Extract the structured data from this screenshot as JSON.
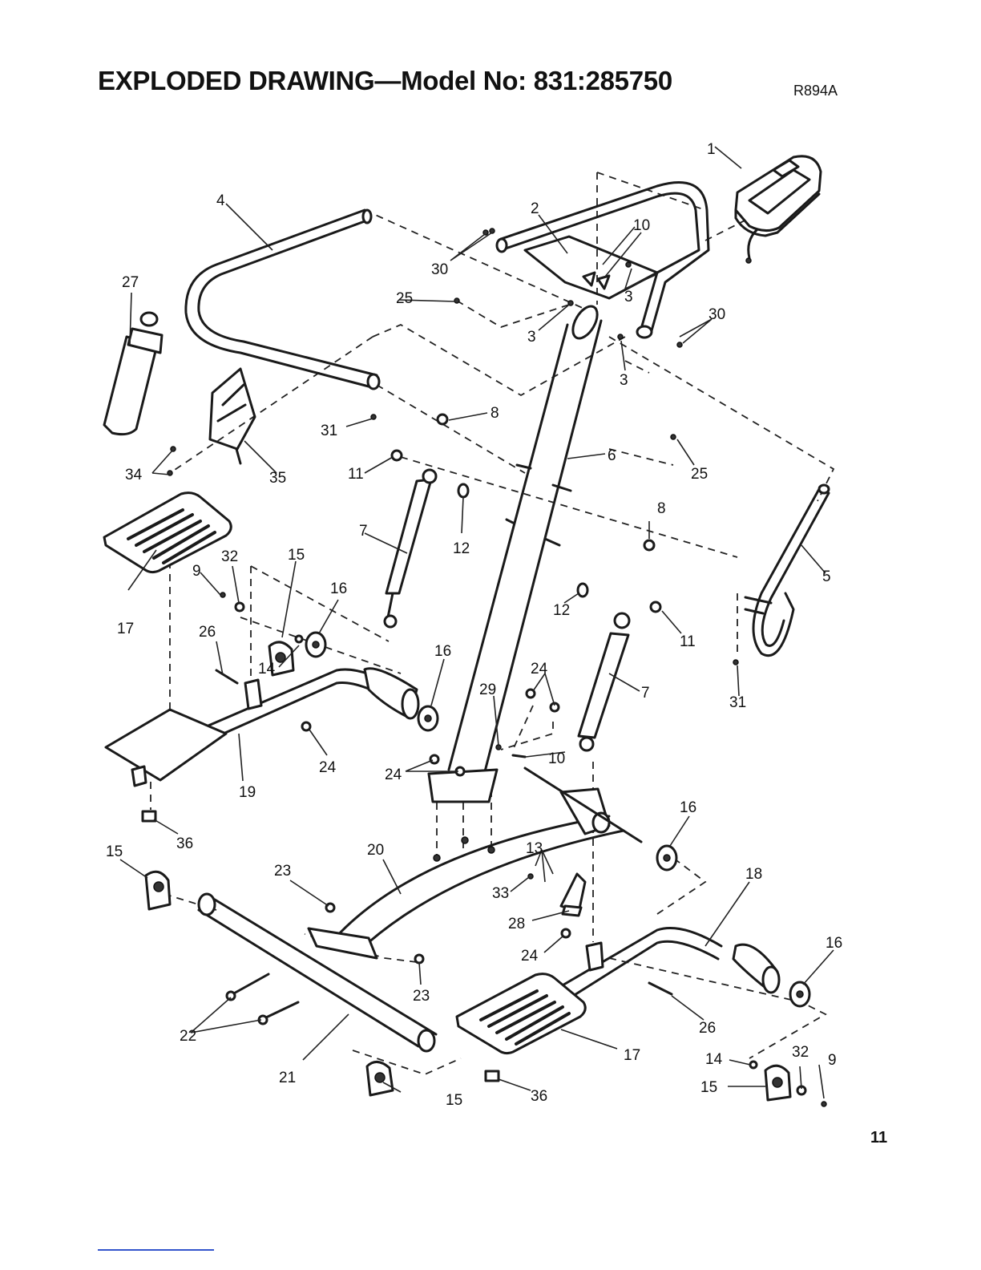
{
  "header": {
    "title": "EXPLODED DRAWING—Model No: 831:285750",
    "code": "R894A"
  },
  "page_number": "11",
  "callouts": {
    "c1": "1",
    "c2": "2",
    "c3a": "3",
    "c3b": "3",
    "c3c": "3",
    "c4": "4",
    "c5": "5",
    "c6": "6",
    "c7a": "7",
    "c7b": "7",
    "c8a": "8",
    "c8b": "8",
    "c9a": "9",
    "c9b": "9",
    "c10a": "10",
    "c10b": "10",
    "c11a": "11",
    "c11b": "11",
    "c12a": "12",
    "c12b": "12",
    "c13": "13",
    "c14a": "14",
    "c14b": "14",
    "c15a": "15",
    "c15b": "15",
    "c15c": "15",
    "c15d": "15",
    "c16a": "16",
    "c16b": "16",
    "c16c": "16",
    "c16d": "16",
    "c17a": "17",
    "c17b": "17",
    "c18": "18",
    "c19": "19",
    "c20": "20",
    "c21": "21",
    "c22": "22",
    "c23a": "23",
    "c23b": "23",
    "c24a": "24",
    "c24b": "24",
    "c24c": "24",
    "c24d": "24",
    "c25a": "25",
    "c25b": "25",
    "c26a": "26",
    "c26b": "26",
    "c27": "27",
    "c28": "28",
    "c29": "29",
    "c30a": "30",
    "c30b": "30",
    "c31a": "31",
    "c31b": "31",
    "c32a": "32",
    "c32b": "32",
    "c33": "33",
    "c34": "34",
    "c35": "35",
    "c36a": "36",
    "c36b": "36"
  }
}
